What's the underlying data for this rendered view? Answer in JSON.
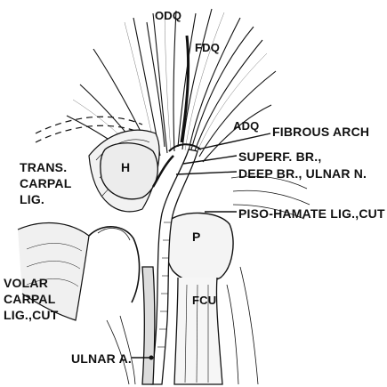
{
  "labels": {
    "odq": "ODQ",
    "fdq": "FDQ",
    "adq": "ADQ",
    "fibrous_arch": "FIBROUS ARCH",
    "superf_br": "SUPERF. BR.,",
    "deep_br": "DEEP BR., ULNAR N.",
    "h": "H",
    "trans_carpal": [
      "TRANS.",
      "CARPAL",
      "LIG."
    ],
    "piso_hamate": "PISO-HAMATE LIG.,CUT",
    "p": "P",
    "volar_carpal": [
      "VOLAR",
      "CARPAL",
      "LIG.,CUT"
    ],
    "fcu": "FCU",
    "ulnar_a": "ULNAR A."
  },
  "colors": {
    "ink": "#111111",
    "paper": "#ffffff",
    "shade": "#d8d8d8"
  }
}
